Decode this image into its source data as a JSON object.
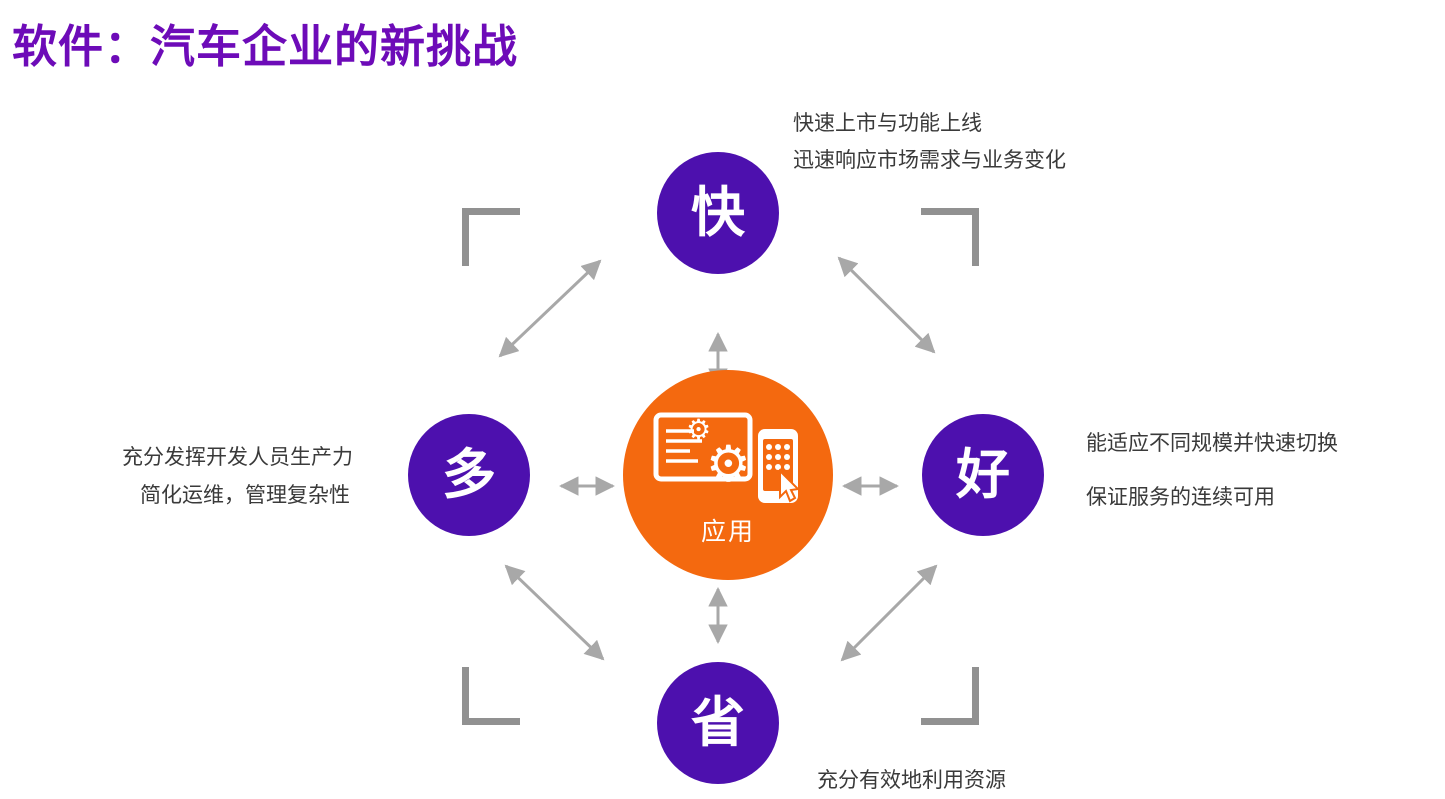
{
  "title": "软件：汽车企业的新挑战",
  "center": {
    "label": "应用",
    "icon": "app-devices-icon"
  },
  "nodes": [
    {
      "id": "top",
      "label": "快"
    },
    {
      "id": "right",
      "label": "好"
    },
    {
      "id": "bottom",
      "label": "省"
    },
    {
      "id": "left",
      "label": "多"
    }
  ],
  "annotations": {
    "top": {
      "line1": "快速上市与功能上线",
      "line2": "迅速响应市场需求与业务变化"
    },
    "right": {
      "line1": "能适应不同规模并快速切换",
      "line2": "保证服务的连续可用"
    },
    "left": {
      "line1": "充分发挥开发人员生产力",
      "line2": "简化运维，管理复杂性"
    },
    "bottom": {
      "line1": "充分有效地利用资源"
    }
  },
  "colors": {
    "title": "#6d0bb8",
    "node_circle": "#4d10ae",
    "center_circle": "#f4690f",
    "arrow": "#a8a8a8",
    "bracket": "#919191",
    "annotation_text": "#3a3a3a"
  }
}
